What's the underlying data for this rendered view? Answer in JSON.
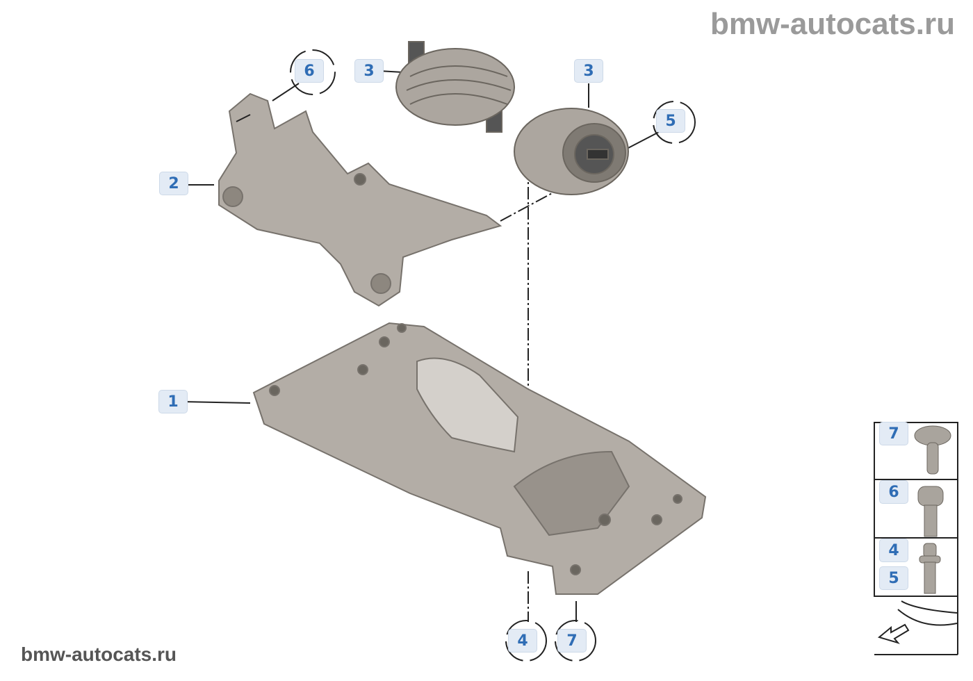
{
  "watermark_top": "bmw-autocats.ru",
  "watermark_bottom": "bmw-autocats.ru",
  "callouts": {
    "gearbox_support": "1",
    "bracket": "2",
    "mount_left": "3",
    "mount_right": "3",
    "bolt_4": "4",
    "nut_5": "5",
    "bolt_6": "6",
    "bolt_7": "7"
  },
  "legend_panel": {
    "rows": [
      {
        "labels": [
          "7"
        ],
        "icon": "hex-flange-bolt-icon"
      },
      {
        "labels": [
          "6"
        ],
        "icon": "socket-head-bolt-icon"
      },
      {
        "labels": [
          "4",
          "5"
        ],
        "icon": "flange-bolt-icon"
      }
    ],
    "direction_icon": "vehicle-front-arrow-icon"
  },
  "colors": {
    "label_text": "#2f6db5",
    "label_bg": "#e3ebf5",
    "part": "#b0aaa3"
  }
}
